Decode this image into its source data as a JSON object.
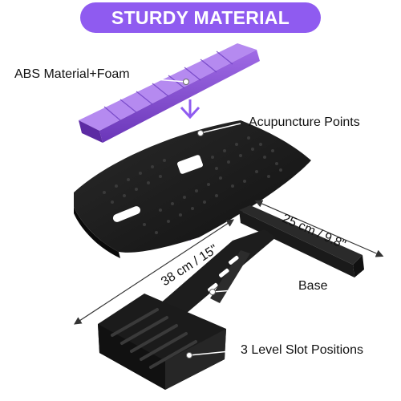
{
  "banner": {
    "title": "STURDY MATERIAL"
  },
  "labels": {
    "abs": "ABS Material+Foam",
    "acupuncture": "Acupuncture Points",
    "base": "Base",
    "slots": "3 Level Slot Positions"
  },
  "dimensions": {
    "width": "25 cm / 9.8\"",
    "length": "38 cm / 15\""
  },
  "colors": {
    "accent": "#8f5bf0",
    "product": "#1e1e1e",
    "foam": "#8a4fd6"
  },
  "icons": [
    "arrow-down-icon",
    "arrow-down-icon"
  ]
}
